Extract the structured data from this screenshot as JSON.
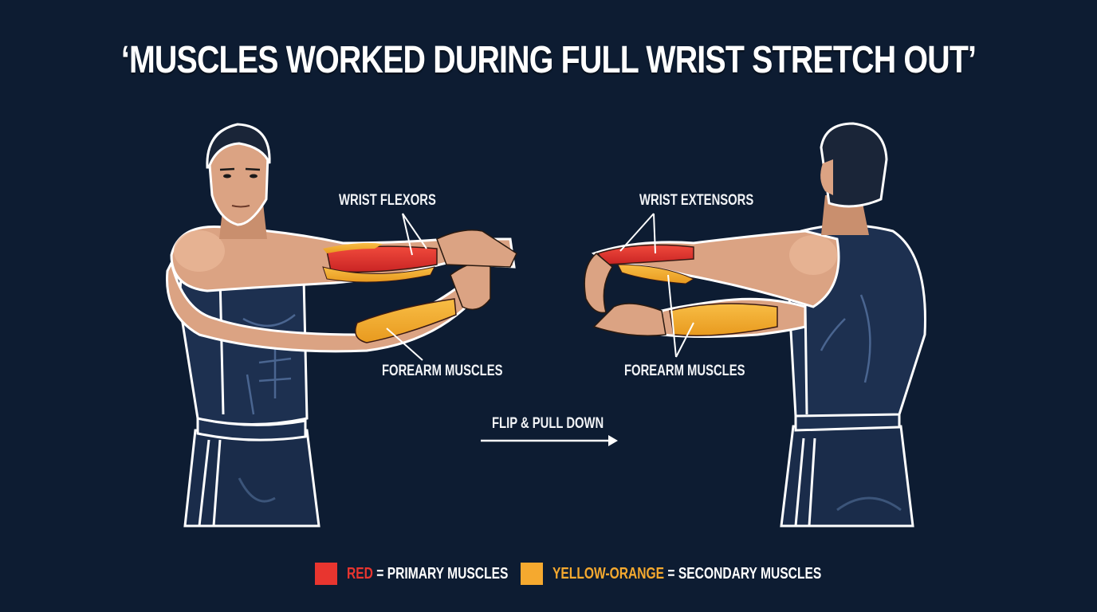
{
  "title": "‘MUSCLES WORKED DURING FULL WRIST STRETCH OUT’",
  "colors": {
    "background": "#0d1c32",
    "primary": "#e8352f",
    "secondary": "#f5a92f",
    "skin": "#dba383",
    "garment": "#1d3050",
    "outline": "#ffffff"
  },
  "figures": {
    "left": {
      "view": "front",
      "labels": {
        "top": "WRIST FLEXORS",
        "bottom": "FOREARM MUSCLES"
      }
    },
    "right": {
      "view": "back",
      "labels": {
        "top": "WRIST EXTENSORS",
        "bottom": "FOREARM MUSCLES"
      }
    }
  },
  "transition": {
    "label": "FLIP & PULL DOWN",
    "arrow_icon": "arrow-right-icon"
  },
  "legend": [
    {
      "color_word": "RED",
      "rest": " = PRIMARY MUSCLES",
      "color": "#e8352f",
      "text_color": "#e8352f"
    },
    {
      "color_word": "YELLOW-ORANGE",
      "rest": " = SECONDARY MUSCLES",
      "color": "#f5a92f",
      "text_color": "#f5a92f"
    }
  ]
}
